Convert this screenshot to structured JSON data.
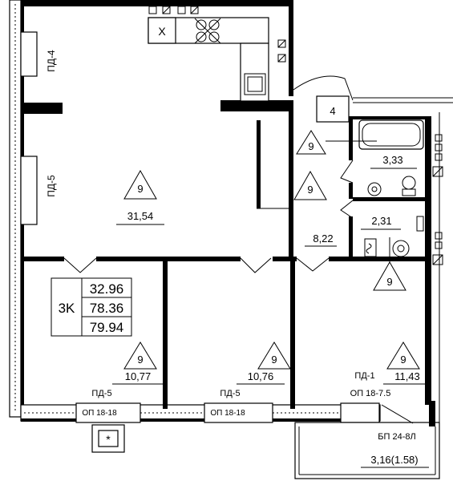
{
  "summary": {
    "rooms_label": "3K",
    "living_area": "32.96",
    "total_area": "78.36",
    "total_with_balcony": "79.94"
  },
  "rooms": [
    {
      "name": "living-room",
      "marker": "9",
      "area": "31,54"
    },
    {
      "name": "bedroom-left",
      "marker": "9",
      "area": "10,77"
    },
    {
      "name": "bedroom-middle",
      "marker": "9",
      "area": "10,76"
    },
    {
      "name": "bedroom-right",
      "marker": "9",
      "area": "11,43"
    },
    {
      "name": "hallway",
      "marker": "9",
      "area": "8,22"
    },
    {
      "name": "bathroom",
      "marker": "9",
      "area": "3,33"
    },
    {
      "name": "toilet",
      "marker": "",
      "area": "2,31"
    }
  ],
  "extra_markers": [
    "9"
  ],
  "shaft_label": "4",
  "stove_mark": "X",
  "vent_mark": "*",
  "labels": {
    "pd4": "ПД-4",
    "pd5_vertical": "ПД-5",
    "pd5_left": "ПД-5",
    "pd5_middle": "ПД-5",
    "pd1": "ПД-1",
    "op_right": "ОП 18-7.5",
    "op_left": "ОП 18-18",
    "op_middle": "ОП 18-18",
    "balcony_code": "БП 24-8Л",
    "balcony_area": "3,16(1.58)"
  }
}
